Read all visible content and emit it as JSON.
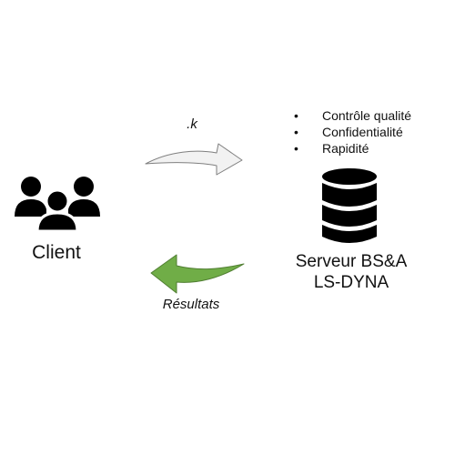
{
  "client": {
    "icon": "group-of-people-icon",
    "label": "Client"
  },
  "request_arrow": {
    "label": ".k",
    "fill_color": "#f2f2f2",
    "stroke_color": "#7f7f7f"
  },
  "result_arrow": {
    "label": "Résultats",
    "fill_color": "#70ad47",
    "stroke_color": "#507e32"
  },
  "server": {
    "icon": "database-icon",
    "label_line1": "Serveur BS&A",
    "label_line2": "LS-DYNA",
    "features": [
      {
        "bullet": "•",
        "text": "Contrôle qualité"
      },
      {
        "bullet": "•",
        "text": "Confidentialité"
      },
      {
        "bullet": "•",
        "text": "Rapidité"
      }
    ]
  }
}
